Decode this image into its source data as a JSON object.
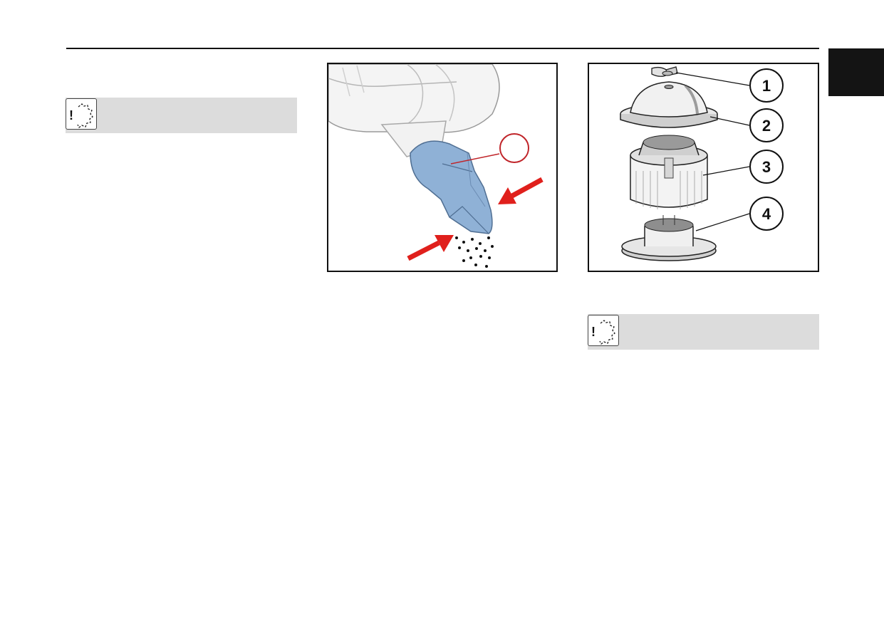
{
  "header": {
    "chapter_tab_color": "#141414"
  },
  "notices": [
    {
      "icon": "environment-notice-icon",
      "glyph": "!"
    },
    {
      "icon": "environment-notice-icon",
      "glyph": "!"
    }
  ],
  "figures": {
    "drain_valve": {
      "callout_label": "",
      "arrow_color": "#e0201c",
      "valve_color": "#8fb1d6"
    },
    "air_filter_parts": {
      "callouts": [
        "1",
        "2",
        "3",
        "4"
      ]
    }
  }
}
